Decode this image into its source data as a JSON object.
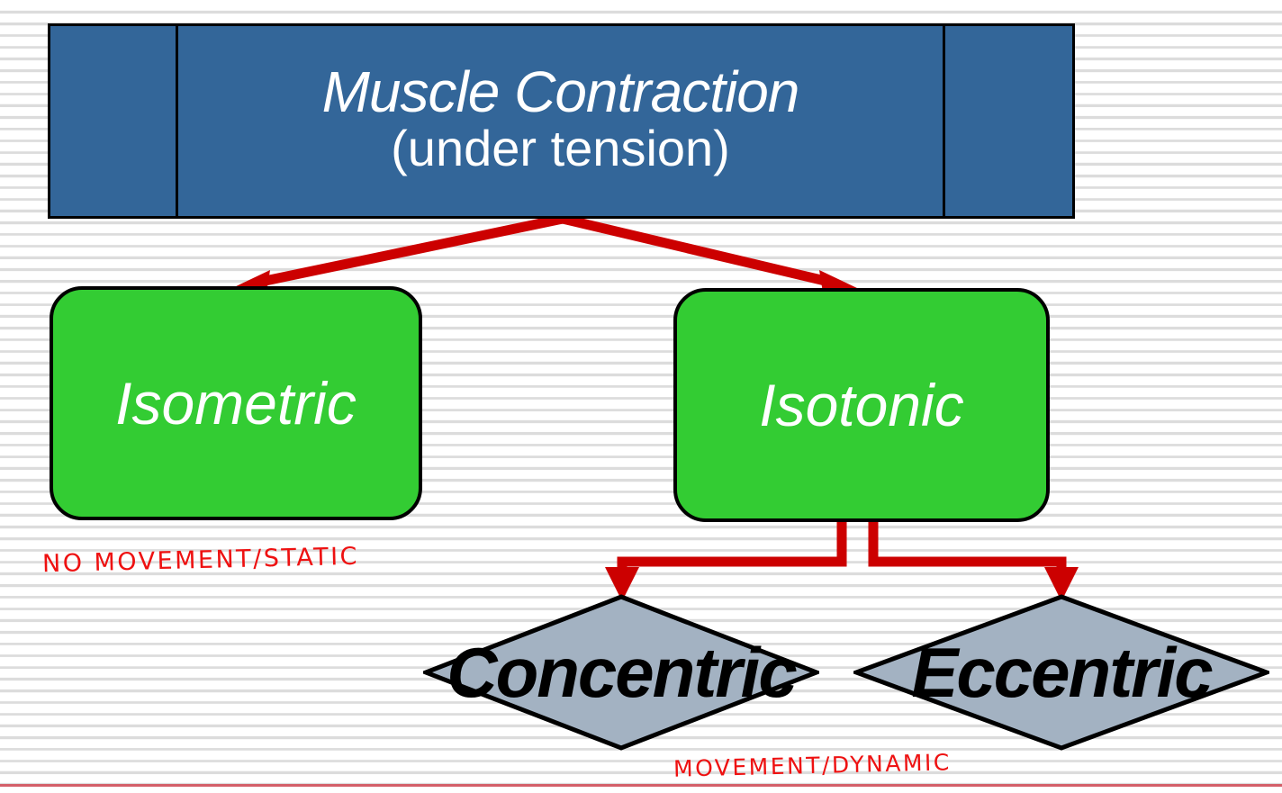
{
  "page": {
    "background_style": "ruled-notebook-paper",
    "line_color": "#dcdcdc",
    "margin_line_color": "#d4606a"
  },
  "header": {
    "title_line1": "Muscle Contraction",
    "title_line2": "(under tension)",
    "fill_color": "#336699",
    "text_color": "#ffffff",
    "border_color": "#000000"
  },
  "nodes": {
    "isometric": {
      "label": "Isometric",
      "fill_color": "#33cc33",
      "text_color": "#ffffff"
    },
    "isotonic": {
      "label": "Isotonic",
      "fill_color": "#33cc33",
      "text_color": "#ffffff"
    },
    "concentric": {
      "label": "Concentric",
      "fill_color": "#a3b2c2",
      "text_color": "#000000"
    },
    "eccentric": {
      "label": "Eccentric",
      "fill_color": "#a3b2c2",
      "text_color": "#000000"
    }
  },
  "annotations": {
    "static_note": "NO MOVEMENT/STATIC",
    "dynamic_note": "MOVEMENT/DYNAMIC",
    "ink_color": "#ee1111"
  },
  "connectors": {
    "arrow_color": "#cc0000",
    "edges": [
      {
        "from": "Muscle Contraction",
        "to": "Isometric"
      },
      {
        "from": "Muscle Contraction",
        "to": "Isotonic"
      },
      {
        "from": "Isotonic",
        "to": "Concentric"
      },
      {
        "from": "Isotonic",
        "to": "Eccentric"
      }
    ]
  }
}
